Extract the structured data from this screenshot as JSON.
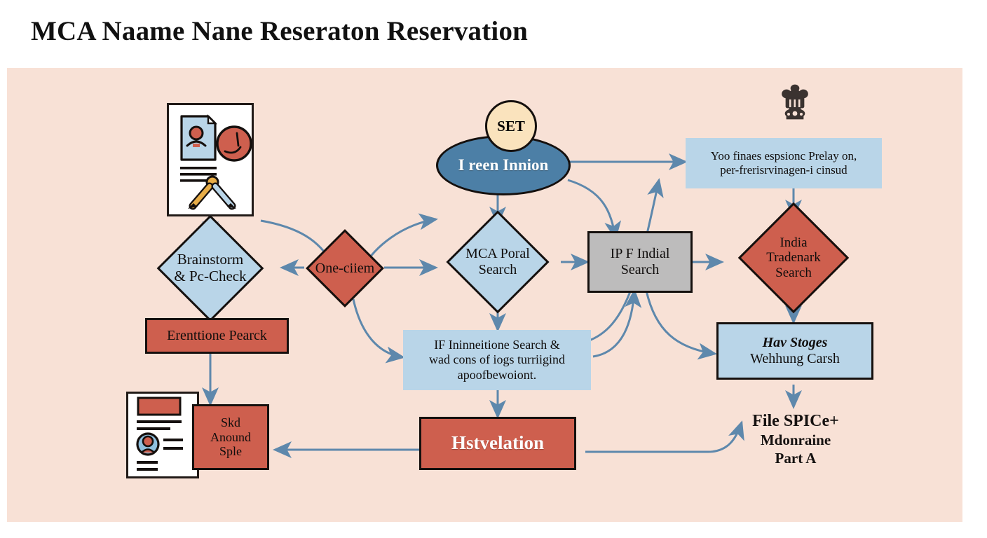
{
  "page": {
    "title": "MCA Naame Nane Reseraton Reservation",
    "background": "#ffffff",
    "panel_background": "#f8e1d6"
  },
  "colors": {
    "red": "#ce5f4e",
    "light_blue": "#b9d5e8",
    "gray": "#bdbcbc",
    "navy": "#4c7fa6",
    "cream": "#fae3bd",
    "arrow": "#5e88ac",
    "outline": "#15100e",
    "panel": "#f8e1d6"
  },
  "chart_data": {
    "type": "diagram",
    "title": "MCA Naame Nane Reseraton Reservation",
    "diagram_kind": "flowchart",
    "nodes": [
      {
        "id": "doc-card",
        "label": "",
        "shape": "image-card",
        "fill": "#ffffff"
      },
      {
        "id": "brainstorm",
        "label": "Brainstorm\n& Pc-Check",
        "shape": "diamond",
        "fill": "#b9d5e8"
      },
      {
        "id": "one-ciiem",
        "label": "One-ciiem",
        "shape": "diamond",
        "fill": "#ce5f4e"
      },
      {
        "id": "erenttione",
        "label": "Erenttione Pearck",
        "shape": "rectangle",
        "fill": "#ce5f4e"
      },
      {
        "id": "skd-around",
        "label": "Skd\nAnound\nSple",
        "shape": "rectangle",
        "fill": "#ce5f4e"
      },
      {
        "id": "profile-card",
        "label": "",
        "shape": "image-card",
        "fill": "#ffffff"
      },
      {
        "id": "set-circle",
        "label": "SET",
        "shape": "circle",
        "fill": "#fae3bd"
      },
      {
        "id": "ireen-innion",
        "label": "I reen Innion",
        "shape": "ellipse",
        "fill": "#4c7fa6"
      },
      {
        "id": "mca-portal",
        "label": "MCA Poral\nSearch",
        "shape": "diamond",
        "fill": "#b9d5e8"
      },
      {
        "id": "if-search-note",
        "label": "IF Ininneitione Search &\nwad cons of iogs turriigind\napoofbewoiont.",
        "shape": "rectangle",
        "fill": "#b9d5e8"
      },
      {
        "id": "hstvelation",
        "label": "Hstvelation",
        "shape": "rectangle",
        "fill": "#ce5f4e"
      },
      {
        "id": "ip-indial",
        "label": "IP F Indial\nSearch",
        "shape": "rectangle",
        "fill": "#bdbcbc"
      },
      {
        "id": "policy-note",
        "label": "Yoo finaes espsionc Prelay on,\nper-frerisrvinagen-i cinsud",
        "shape": "rectangle",
        "fill": "#b9d5e8"
      },
      {
        "id": "trademark",
        "label": "India\nTradenark\nSearch",
        "shape": "diamond",
        "fill": "#ce5f4e"
      },
      {
        "id": "hav-stoges",
        "label": "Hav Stoges\nWehhung Carsh",
        "shape": "rectangle",
        "fill": "#b9d5e8"
      },
      {
        "id": "spice-label",
        "label": "File SPICe+\nMdonraine\nPart A",
        "shape": "text",
        "fill": "none"
      },
      {
        "id": "emblem",
        "label": "",
        "shape": "icon",
        "fill": "none"
      }
    ],
    "edges": [
      {
        "from": "doc-card",
        "to": "brainstorm",
        "style": "straight"
      },
      {
        "from": "doc-card",
        "to": "one-ciiem",
        "style": "curved"
      },
      {
        "from": "one-ciiem",
        "to": "brainstorm",
        "style": "straight"
      },
      {
        "from": "one-ciiem",
        "to": "ireen-innion",
        "style": "curved"
      },
      {
        "from": "one-ciiem",
        "to": "mca-portal",
        "style": "straight"
      },
      {
        "from": "one-ciiem",
        "to": "if-search-note",
        "style": "curved"
      },
      {
        "from": "brainstorm",
        "to": "erenttione",
        "style": "straight"
      },
      {
        "from": "erenttione",
        "to": "skd-around",
        "style": "straight"
      },
      {
        "from": "ireen-innion",
        "to": "mca-portal",
        "style": "straight"
      },
      {
        "from": "ireen-innion",
        "to": "policy-note",
        "style": "straight"
      },
      {
        "from": "ireen-innion",
        "to": "ip-indial",
        "style": "curved"
      },
      {
        "from": "mca-portal",
        "to": "ip-indial",
        "style": "straight"
      },
      {
        "from": "mca-portal",
        "to": "if-search-note",
        "style": "straight"
      },
      {
        "from": "if-search-note",
        "to": "ip-indial",
        "style": "curved"
      },
      {
        "from": "if-search-note",
        "to": "policy-note",
        "style": "curved"
      },
      {
        "from": "if-search-note",
        "to": "hstvelation",
        "style": "straight"
      },
      {
        "from": "ip-indial",
        "to": "trademark",
        "style": "straight"
      },
      {
        "from": "ip-indial",
        "to": "hav-stoges",
        "style": "curved"
      },
      {
        "from": "policy-note",
        "to": "trademark",
        "style": "straight"
      },
      {
        "from": "trademark",
        "to": "hav-stoges",
        "style": "straight"
      },
      {
        "from": "hav-stoges",
        "to": "spice-label",
        "style": "straight"
      },
      {
        "from": "hstvelation",
        "to": "spice-label",
        "style": "straight"
      },
      {
        "from": "hstvelation",
        "to": "skd-around",
        "style": "straight"
      }
    ]
  },
  "nodes": {
    "brainstorm": {
      "line1": "Brainstorm",
      "line2": "& Pc-Check"
    },
    "one_ciiem": {
      "label": "One-ciiem"
    },
    "erenttione": {
      "label": "Erenttione Pearck"
    },
    "skd_around": {
      "line1": "Skd",
      "line2": "Anound",
      "line3": "Sple"
    },
    "set_circle": {
      "label": "SET"
    },
    "ireen_innion": {
      "label": "I reen Innion"
    },
    "mca_portal": {
      "line1": "MCA Poral",
      "line2": "Search"
    },
    "if_search_note": {
      "line1": "IF Ininneitione Search &",
      "line2": "wad cons of iogs turriigind",
      "line3": "apoofbewoiont."
    },
    "hstvelation": {
      "label": "Hstvelation"
    },
    "ip_indial": {
      "line1": "IP F Indial",
      "line2": "Search"
    },
    "policy_note": {
      "line1": "Yoo finaes espsionc Prelay on,",
      "line2": "per-frerisrvinagen-i cinsud"
    },
    "trademark": {
      "line1": "India",
      "line2": "Tradenark",
      "line3": "Search"
    },
    "hav_stoges": {
      "line1": "Hav Stoges",
      "line2": "Wehhung Carsh"
    },
    "spice_label": {
      "line1": "File SPICe+",
      "line2": "Mdonraine",
      "line3": "Part A"
    }
  },
  "icons": {
    "emblem": "india-national-emblem-icon",
    "doc_card": "document-analysis-icon",
    "profile_card": "profile-document-icon"
  }
}
